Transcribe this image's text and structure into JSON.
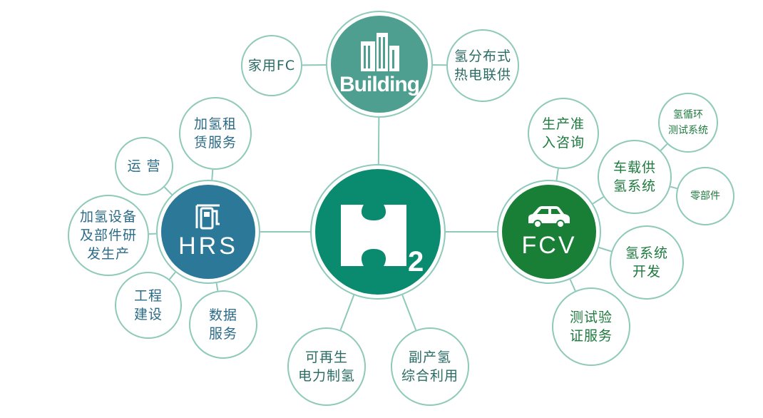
{
  "colors": {
    "h2": "#0a8a6e",
    "building": "#4e9f8f",
    "hrs": "#2b7899",
    "fcv": "#1a7f36",
    "ring": "#8ec9b9",
    "line": "#8ec9b9"
  },
  "hubs": {
    "h2": {
      "subscript": "2",
      "icon": "puzzle-piece-h-icon"
    },
    "building": {
      "label": "Building",
      "icon": "office-buildings-icon"
    },
    "hrs": {
      "label": "HRS",
      "icon": "fuel-pump-icon"
    },
    "fcv": {
      "label": "FCV",
      "icon": "car-icon"
    }
  },
  "nodes": {
    "household_fc": "家用FC",
    "distributed_chp": "氢分布式\n热电联供",
    "renewable_h2": "可再生\n电力制氢",
    "byproduct_h2": "副产氢\n综合利用",
    "h2_rental": "加氢租\n赁服务",
    "operation": "运 营",
    "equipment_rd": "加氢设备\n及部件研\n发生产",
    "engineering": "工程\n建设",
    "data_service": "数据\n服务",
    "production_consult": "生产准\n入咨询",
    "h2_circulation_test": "氢循环\n测试系统",
    "onboard_supply": "车载供\n氢系统",
    "parts": "零部件",
    "h2_system_dev": "氢系统\n开发",
    "test_verify": "测试验\n证服务"
  }
}
